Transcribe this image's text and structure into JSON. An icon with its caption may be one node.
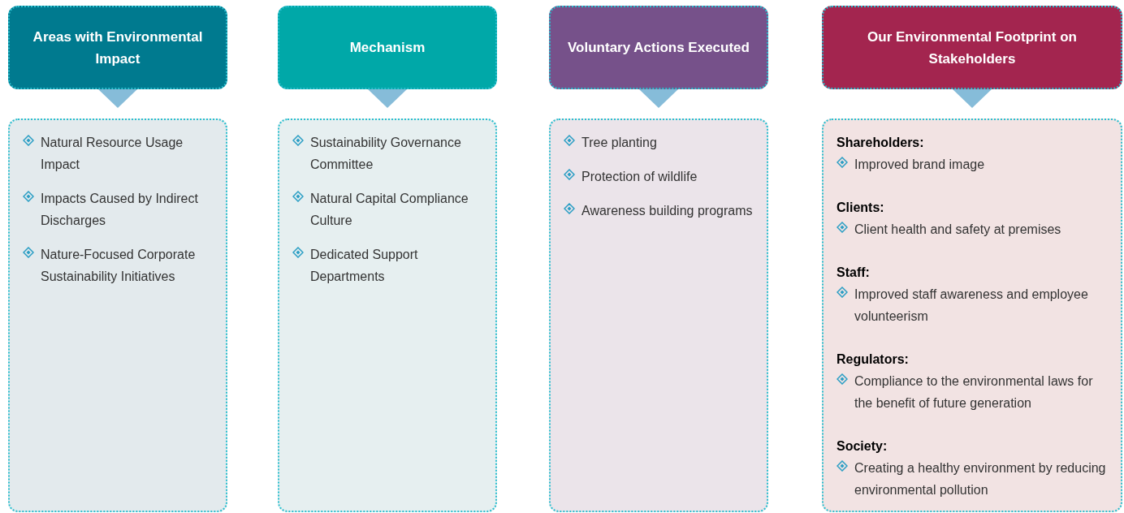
{
  "diagram": {
    "nodes": [
      {
        "text": [
          "Areas with Environmental Impact"
        ]
      },
      {
        "text": [
          "Natural Resource Usage Impact",
          "Impacts Caused by Indirect Discharges",
          "Nature-Focused Corporate Sustainability Initiatives"
        ]
      },
      {
        "text": [
          "Mechanism"
        ]
      },
      {
        "text": [
          "Sustainability Governance Committee",
          "Natural Capital Compliance Culture",
          "Dedicated Support Departments"
        ]
      },
      {
        "text": [
          "Voluntary Actions Executed"
        ]
      },
      {
        "text": [
          "Tree planting",
          "Protection of wildlife",
          "Awareness building programs"
        ]
      },
      {
        "text": [
          "Our Environmental Footprint on Stakeholders"
        ]
      },
      {
        "text": [
          "**Shareholders:**",
          "Improved brand image",
          "**Clients:**",
          "Client health and safety at premises",
          "**Staff:**",
          "Improved staff awareness and employee volunteerism",
          "**Regulators:**",
          "Compliance to the environmental laws for the benefit of future generation",
          "**Society:**",
          "Creating a healthy environment by reducing environmental pollution"
        ]
      }
    ],
    "edges": [
      {
        "from": 0,
        "to": 1,
        "arrow": "to"
      },
      {
        "from": 2,
        "to": 3,
        "arrow": "to"
      },
      {
        "from": 4,
        "to": 5,
        "arrow": "to"
      },
      {
        "from": 6,
        "to": 7,
        "arrow": "to"
      }
    ]
  }
}
